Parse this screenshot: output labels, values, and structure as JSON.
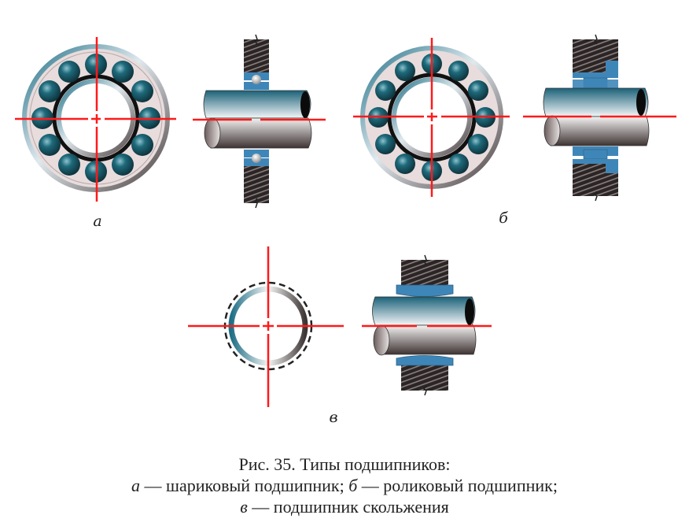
{
  "figure": {
    "labels": {
      "a": "а",
      "b": "б",
      "v": "в"
    },
    "caption": {
      "title": "Рис. 35. Типы подшипников:",
      "line2_a_letter": "а",
      "line2_a_text": " — шариковый подшипник; ",
      "line2_b_letter": "б",
      "line2_b_text": " — роликовый подшипник;",
      "line3_v_letter": "в",
      "line3_v_text": " — подшипник скольжения"
    },
    "panels": [
      {
        "id": "a",
        "name": "Ball bearing",
        "views": [
          "front ring view with 12 balls",
          "side section with shaft"
        ]
      },
      {
        "id": "b",
        "name": "Roller bearing",
        "views": [
          "front ring view with 12 rollers",
          "side section with stepped housing"
        ]
      },
      {
        "id": "v",
        "name": "Plain (sliding) bearing",
        "views": [
          "front ring view with dashed outline",
          "side section with bushing"
        ]
      }
    ],
    "colors": {
      "centerline": "#ff1a1a",
      "steel_blue": "#1f6f86",
      "ball_teal": "#1b5f6e",
      "housing_blue": "#3f86b8",
      "hatch_dark": "#2a2424",
      "ring_light": "#e8dcdc"
    }
  }
}
